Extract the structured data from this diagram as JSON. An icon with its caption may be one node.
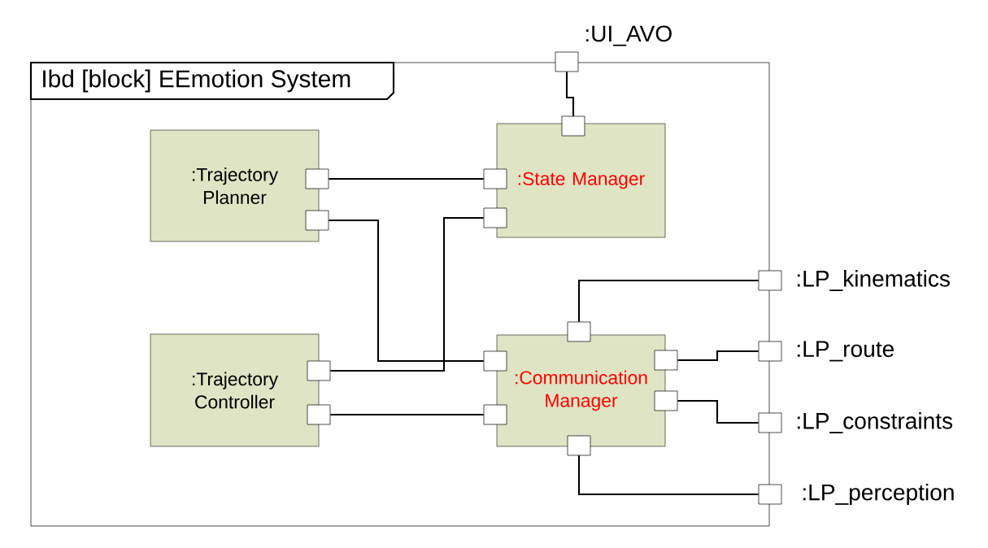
{
  "diagram": {
    "nodes": [
      {
        "text": [
          "Ibd [block] EEmotion System"
        ]
      },
      {
        "text": [
          ":Trajectory Planner"
        ],
        "in": 0
      },
      {
        "text": [
          ":State Manager"
        ],
        "in": 0
      },
      {
        "text": [
          ":Trajectory Controller"
        ],
        "in": 0
      },
      {
        "text": [
          ":Communication Manager"
        ],
        "in": 0
      },
      {
        "text": [
          ":UI_AVO"
        ]
      },
      {
        "text": [
          ":LP_kinematics"
        ]
      },
      {
        "text": [
          ":LP_route"
        ]
      },
      {
        "text": [
          ":LP_constraints"
        ]
      },
      {
        "text": [
          ":LP_perception"
        ]
      },
      {
        "text": [],
        "shape": "box",
        "in": 0
      },
      {
        "text": [],
        "shape": "box",
        "in": 0
      },
      {
        "text": [],
        "shape": "box",
        "in": 0
      },
      {
        "text": [],
        "shape": "box",
        "in": 0
      },
      {
        "text": [],
        "shape": "box",
        "in": 0
      },
      {
        "text": [],
        "shape": "box",
        "in": 0
      },
      {
        "text": [],
        "shape": "box",
        "in": 0
      },
      {
        "text": [],
        "shape": "box",
        "in": 0
      },
      {
        "text": [],
        "shape": "box",
        "in": 0
      },
      {
        "text": [],
        "shape": "box",
        "in": 0
      },
      {
        "text": [],
        "shape": "box",
        "in": 0
      },
      {
        "text": [],
        "shape": "box",
        "in": 0
      },
      {
        "text": [],
        "shape": "box",
        "in": 0
      }
    ],
    "edges": [
      {
        "from": 5,
        "to": 12,
        "arrow": "none"
      },
      {
        "from": 10,
        "to": 13,
        "arrow": "none"
      },
      {
        "from": 11,
        "to": 18,
        "arrow": "none"
      },
      {
        "from": 15,
        "to": 14,
        "arrow": "none"
      },
      {
        "from": 16,
        "to": 19,
        "arrow": "none"
      },
      {
        "from": 17,
        "to": 6,
        "arrow": "none"
      },
      {
        "from": 20,
        "to": 7,
        "arrow": "none"
      },
      {
        "from": 21,
        "to": 8,
        "arrow": "none"
      },
      {
        "from": 22,
        "to": 9,
        "arrow": "none"
      }
    ]
  }
}
